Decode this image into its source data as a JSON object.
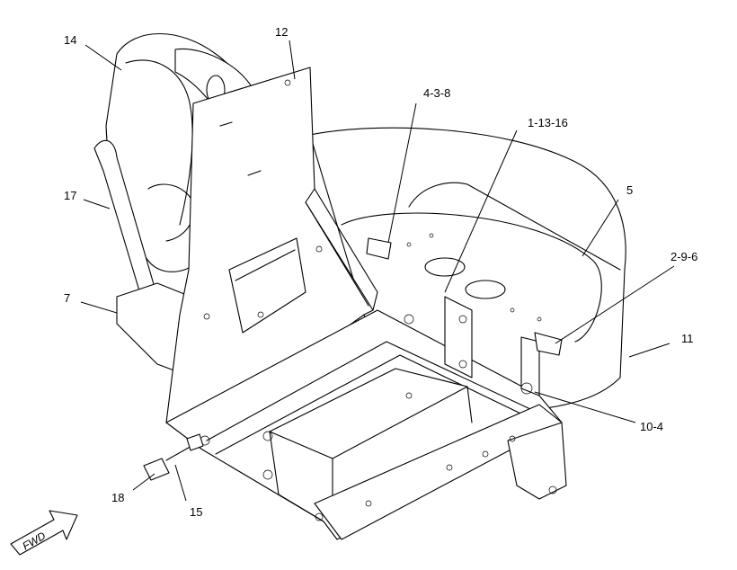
{
  "callouts": {
    "c14": "14",
    "c12": "12",
    "c438": "4-3-8",
    "c11316": "1-13-16",
    "c5": "5",
    "c296": "2-9-6",
    "c17": "17",
    "c7": "7",
    "c11": "11",
    "c104": "10-4",
    "c18": "18",
    "c15": "15"
  },
  "fwd_label": "FWD"
}
